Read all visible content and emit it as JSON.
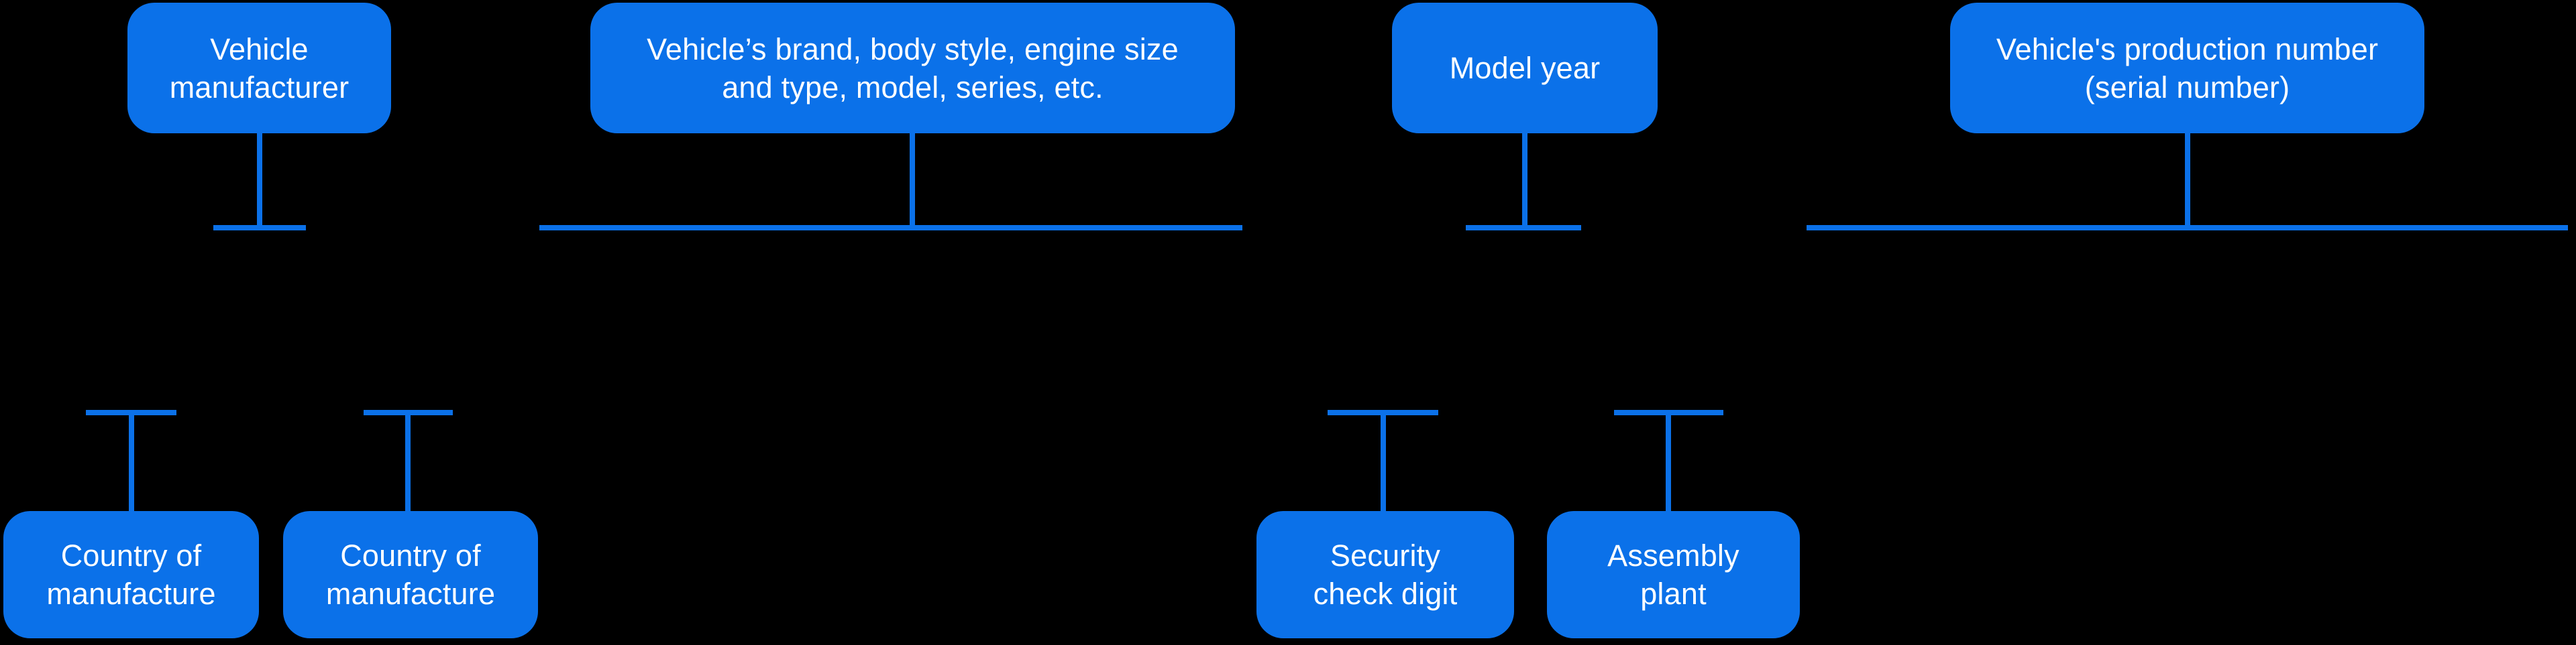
{
  "diagram": {
    "description": "VIN structure diagram",
    "colors": {
      "background": "#000000",
      "node_fill": "#0b71e9",
      "connector": "#0b71e9",
      "text": "#ffffff"
    },
    "top_boxes": [
      {
        "id": "vehicle-manufacturer",
        "lines": [
          "Vehicle",
          "manufacturer"
        ]
      },
      {
        "id": "vehicle-attributes",
        "lines": [
          "Vehicle’s brand, body style, engine size",
          "and type, model, series, etc."
        ]
      },
      {
        "id": "model-year",
        "lines": [
          "Model year"
        ]
      },
      {
        "id": "production-number",
        "lines": [
          "Vehicle's production number",
          "(serial number)"
        ]
      }
    ],
    "bottom_boxes": [
      {
        "id": "country-of-manufacture-1",
        "lines": [
          "Country of",
          "manufacture"
        ]
      },
      {
        "id": "country-of-manufacture-2",
        "lines": [
          "Country of",
          "manufacture"
        ]
      },
      {
        "id": "security-check-digit",
        "lines": [
          "Security",
          "check digit"
        ]
      },
      {
        "id": "assembly-plant",
        "lines": [
          "Assembly",
          "plant"
        ]
      }
    ]
  }
}
